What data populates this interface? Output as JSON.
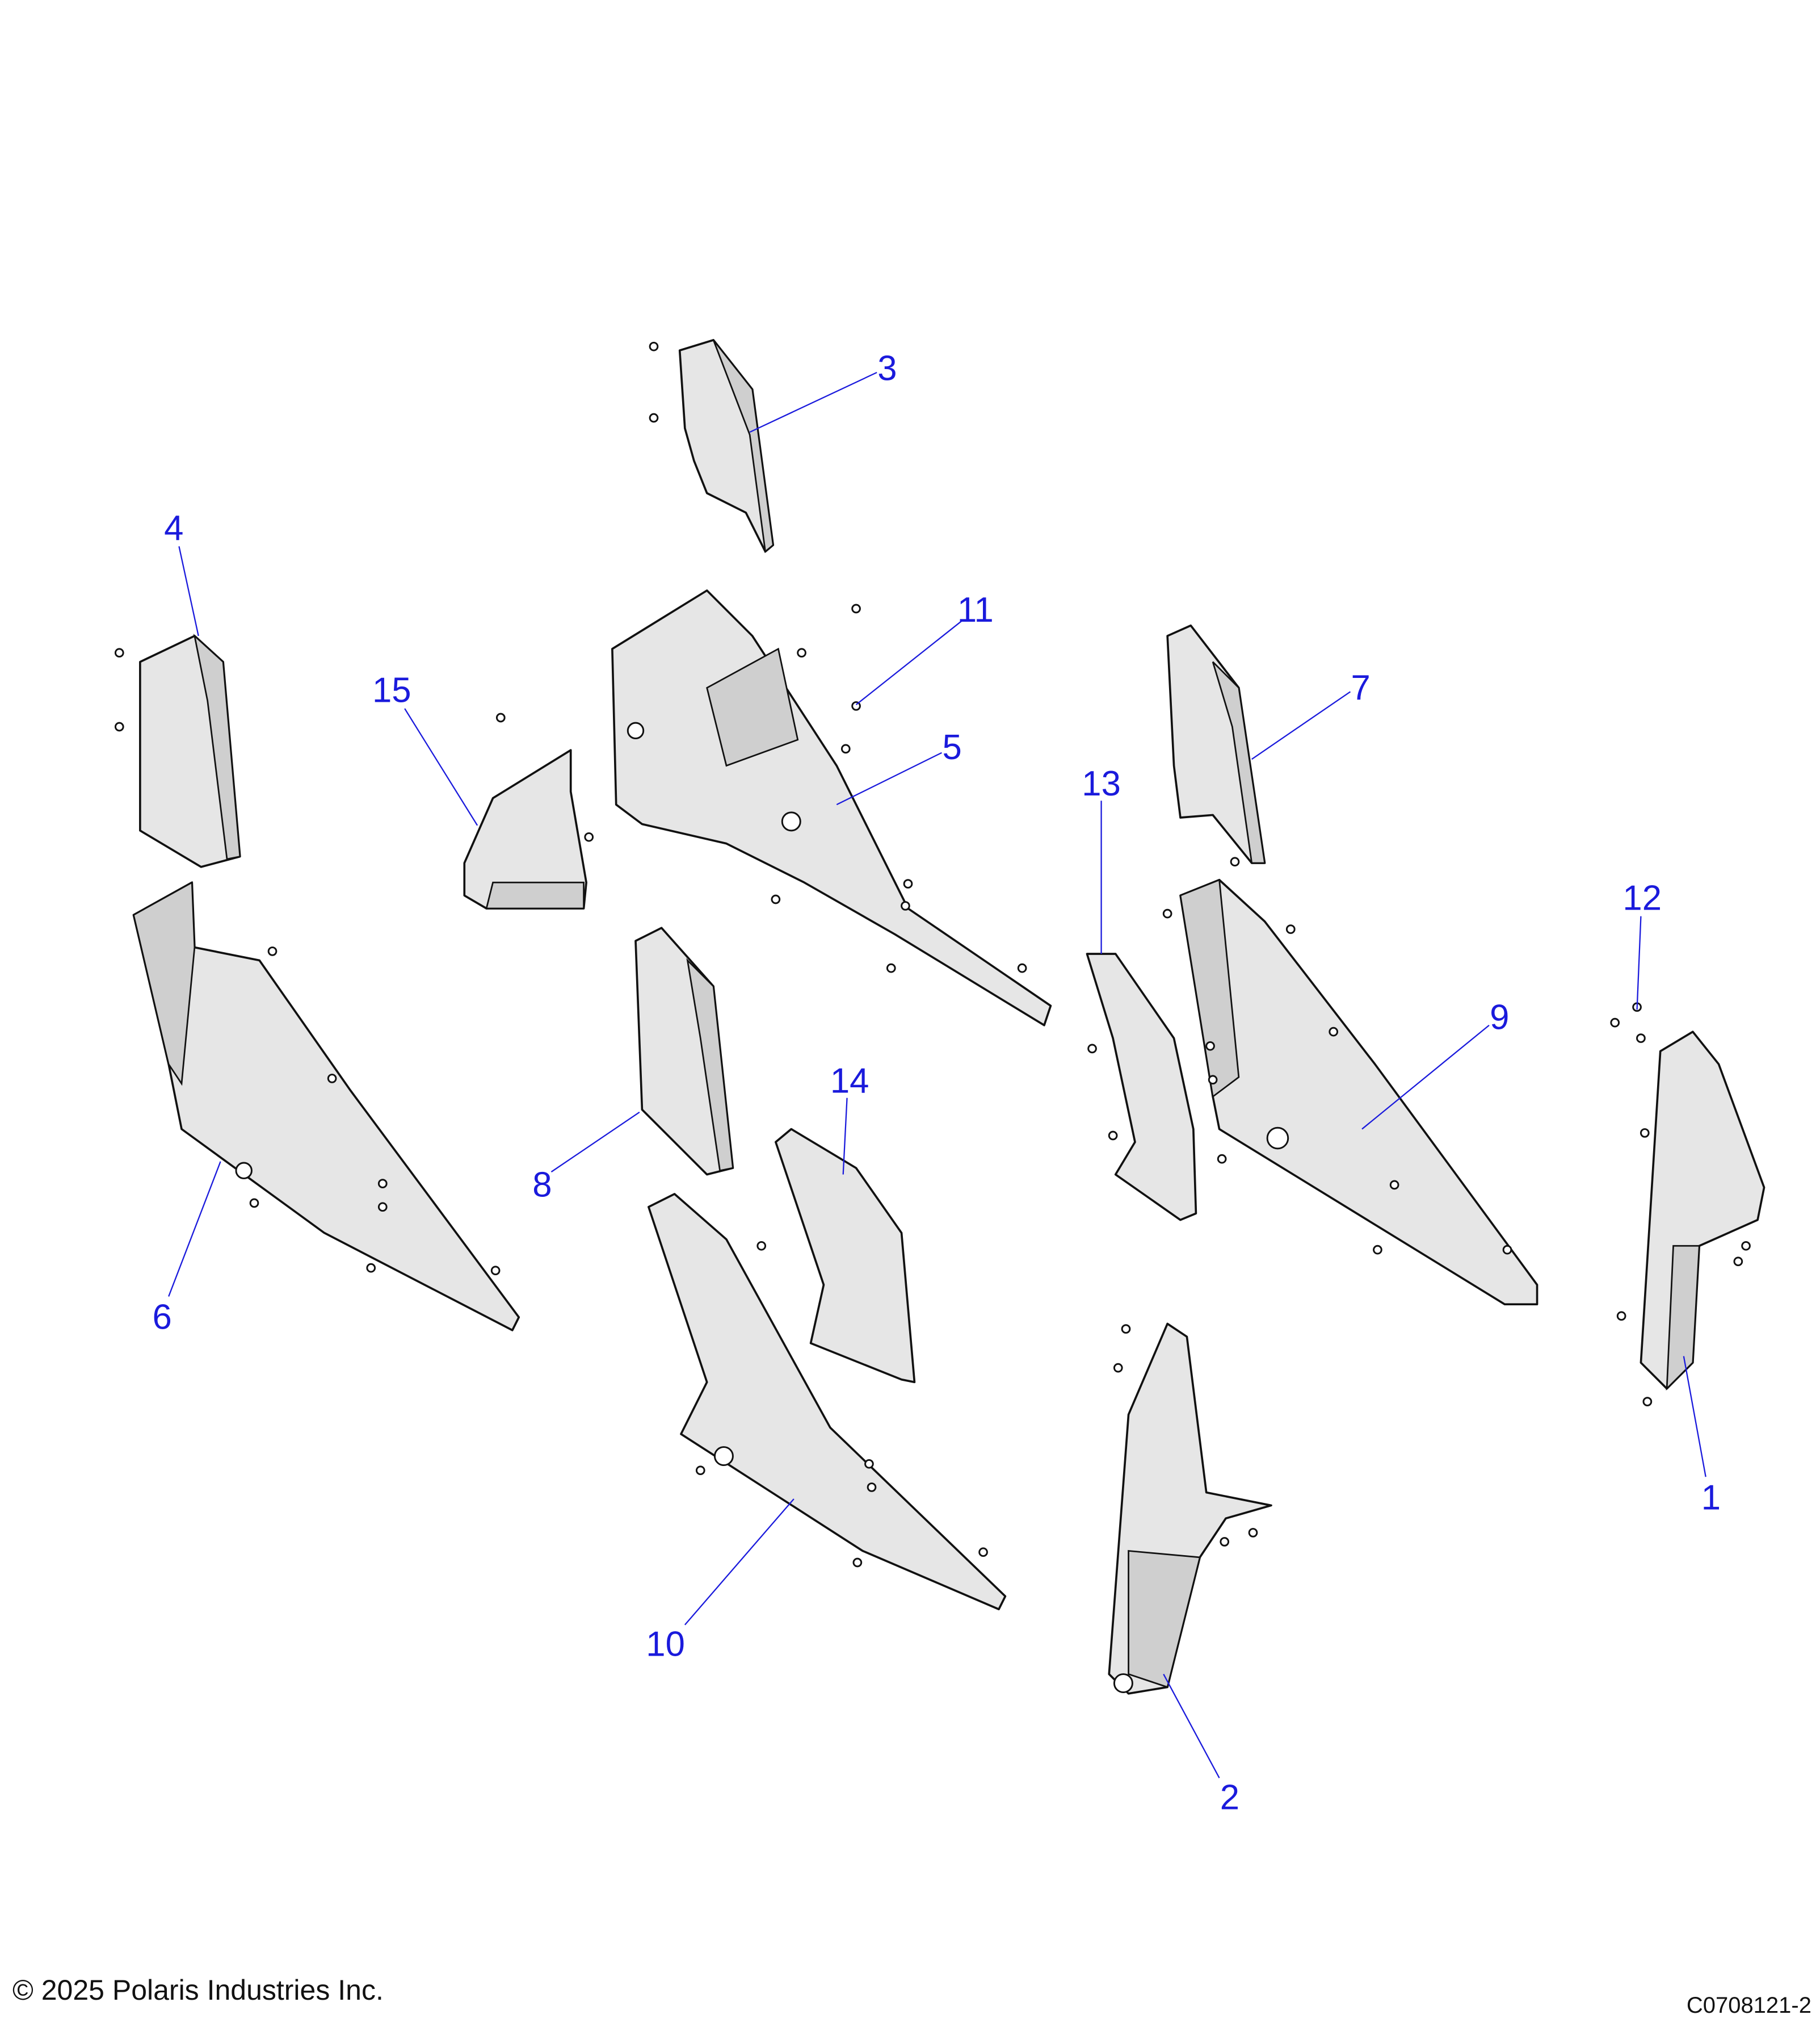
{
  "diagram": {
    "callouts": {
      "c1": "1",
      "c2": "2",
      "c3": "3",
      "c4": "4",
      "c5": "5",
      "c6": "6",
      "c7": "7",
      "c8": "8",
      "c9": "9",
      "c10": "10",
      "c11": "11",
      "c12": "12",
      "c13": "13",
      "c14": "14",
      "c15": "15"
    },
    "callout_color": "#1a1adc"
  },
  "footer": {
    "copyright": "© 2025 Polaris Industries Inc.",
    "drawing_id": "C0708121-2"
  }
}
